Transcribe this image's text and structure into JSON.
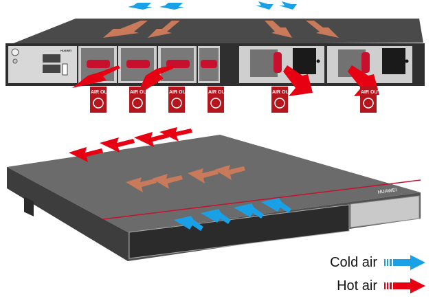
{
  "figure": {
    "title": "Switch airflow: front-to-back (rear view and front view)",
    "brand_label": "HUAWEI",
    "air_out_label": "AIR OUT",
    "air_out_badge_count": 6,
    "fan_module_count": 4,
    "power_module_count": 2
  },
  "legend": {
    "cold_label": "Cold air",
    "hot_label": "Hot air",
    "cold_color": "#1aa0e6",
    "hot_color": "#e60012",
    "transition_color": "#c87a5a"
  }
}
